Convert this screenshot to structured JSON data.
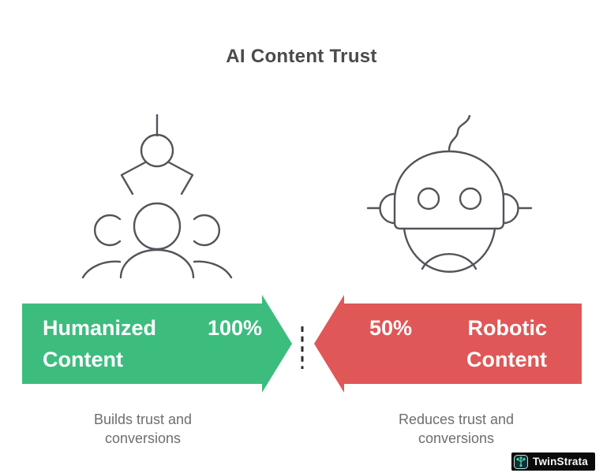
{
  "title": "AI Content Trust",
  "humanized": {
    "icon": "claw-crowd-icon",
    "arrow_label": "Humanized Content",
    "percent": "100%",
    "caption": "Builds trust and conversions",
    "arrow_color": "#3CBD7E"
  },
  "robotic": {
    "icon": "robot-icon",
    "arrow_label": "Robotic Content",
    "percent": "50%",
    "caption": "Reduces trust and conversions",
    "arrow_color": "#E05757"
  },
  "watermark": {
    "brand": "TwinStrata",
    "icon": "molecule-icon"
  }
}
